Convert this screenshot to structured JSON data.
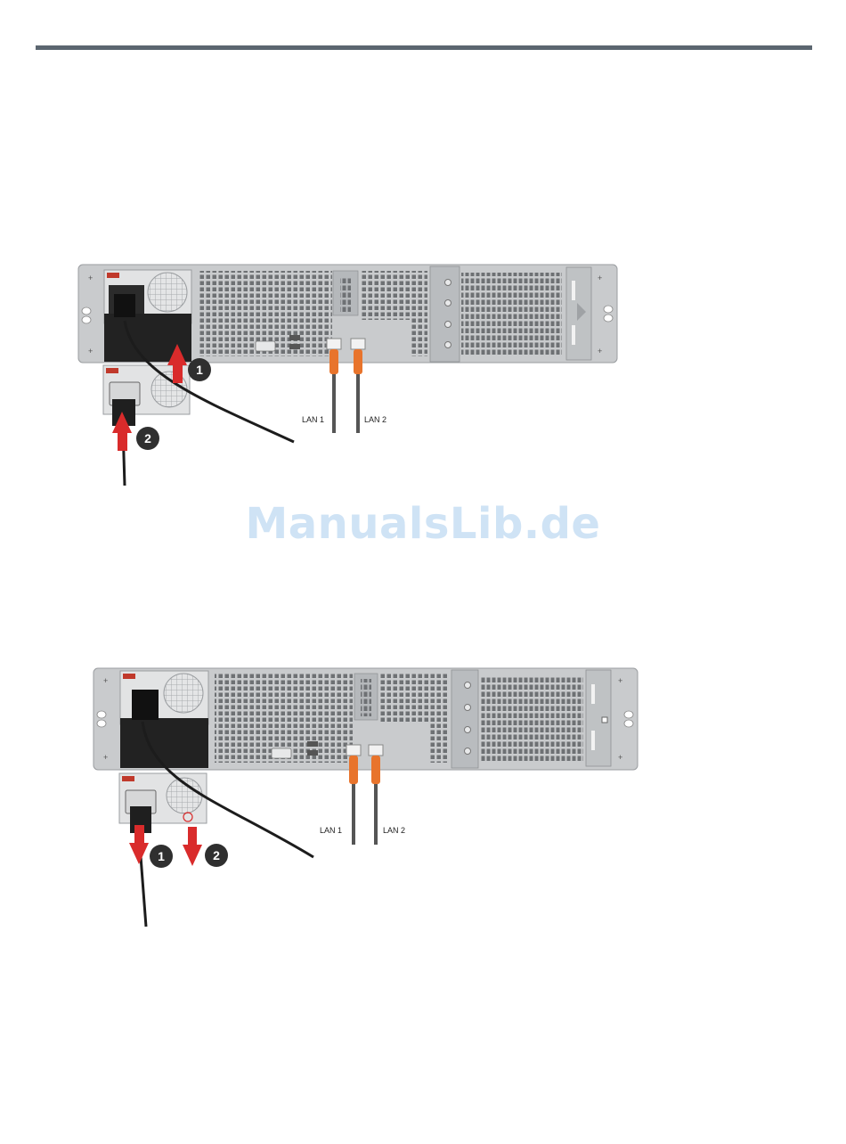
{
  "watermark": {
    "text": "ManualsLib.de"
  },
  "figure_top": {
    "lan_labels": [
      "LAN 1",
      "LAN 2"
    ],
    "steps": [
      "1",
      "2"
    ]
  },
  "figure_bottom": {
    "lan_labels": [
      "LAN 1",
      "LAN 2"
    ],
    "steps": [
      "1",
      "2"
    ]
  },
  "colors": {
    "rule": "#5c6670",
    "chassis": "#c9cbcd",
    "vent": "#6e7174",
    "arrow": "#d92b2b",
    "rj45_boot": "#e8742c",
    "badge": "#2f2f2f",
    "watermark": "#cfe3f5"
  }
}
